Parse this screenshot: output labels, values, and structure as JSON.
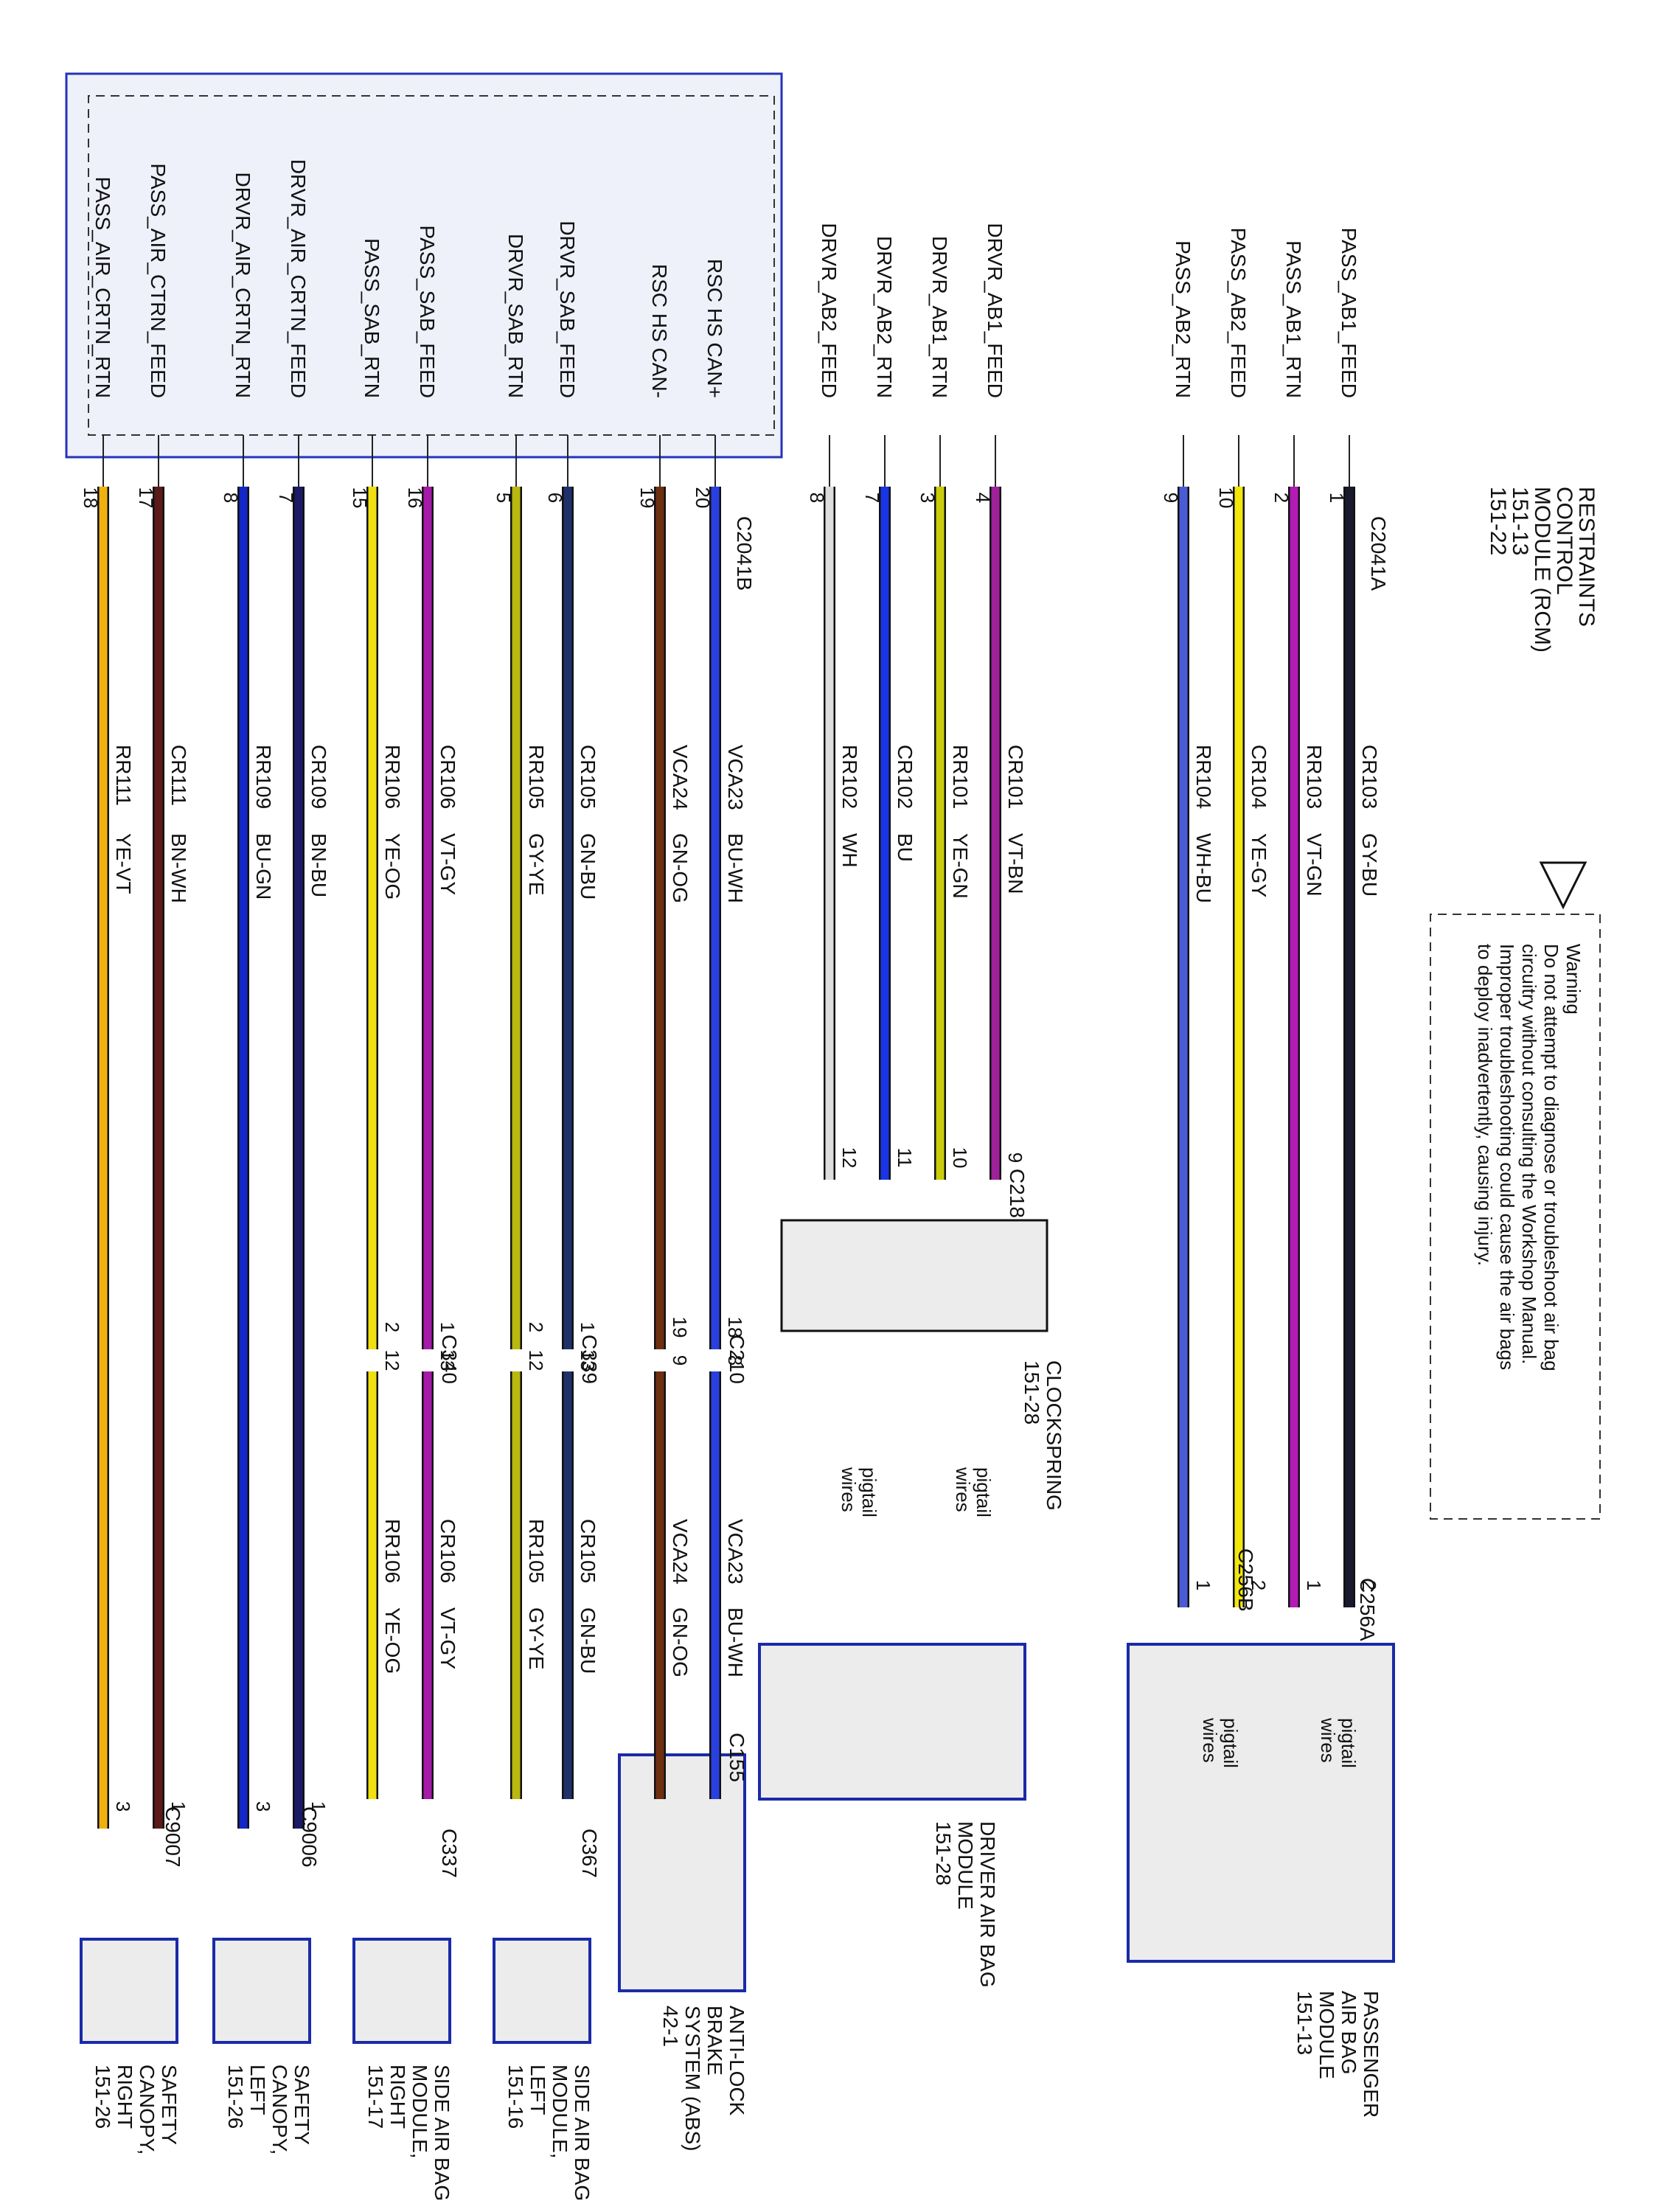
{
  "module": {
    "title_lines": [
      "RESTRAINTS",
      "CONTROL",
      "MODULE (RCM)",
      "151-13",
      "151-22"
    ],
    "connector_a": "C2041A",
    "connector_b": "C2041B"
  },
  "warning": {
    "icon": "warning-triangle-icon",
    "lines": [
      "Warning",
      "Do not attempt to diagnose or troubleshoot air bag",
      "circuitry without consulting the Workshop Manual.",
      "Improper troubleshooting could cause the air bags",
      "to deploy inadvertently, causing injury."
    ]
  },
  "circuits": [
    {
      "name": "PASS_AB1_FEED",
      "pin": "1",
      "circuit": "CR103",
      "color": "GY-BU",
      "end_pin": "2"
    },
    {
      "name": "PASS_AB1_RTN",
      "pin": "2",
      "circuit": "RR103",
      "color": "VT-GN",
      "end_pin": "1"
    },
    {
      "name": "PASS_AB2_FEED",
      "pin": "10",
      "circuit": "CR104",
      "color": "YE-GY",
      "end_pin": "2"
    },
    {
      "name": "PASS_AB2_RTN",
      "pin": "9",
      "circuit": "RR104",
      "color": "WH-BU",
      "end_pin": "1"
    },
    {
      "name": "DRVR_AB1_FEED",
      "pin": "4",
      "circuit": "CR101",
      "color": "VT-BN",
      "end_pin": "9"
    },
    {
      "name": "DRVR_AB1_RTN",
      "pin": "3",
      "circuit": "RR101",
      "color": "YE-GN",
      "end_pin": "10"
    },
    {
      "name": "DRVR_AB2_RTN",
      "pin": "7",
      "circuit": "CR102",
      "color": "BU",
      "end_pin": "11"
    },
    {
      "name": "DRVR_AB2_FEED",
      "pin": "8",
      "circuit": "RR102",
      "color": "WH",
      "end_pin": "12"
    },
    {
      "name": "RSC HS CAN+",
      "pin": "20",
      "circuit": "VCA23",
      "color": "BU-WH",
      "mid_pin": "8",
      "end_pin": "18"
    },
    {
      "name": "RSC HS CAN-",
      "pin": "19",
      "circuit": "VCA24",
      "color": "GN-OG",
      "mid_pin": "9",
      "end_pin": "19"
    },
    {
      "name": "DRVR_SAB_FEED",
      "pin": "6",
      "circuit": "CR105",
      "color": "GN-BU",
      "mid_pin": "13",
      "end_pin": "1"
    },
    {
      "name": "DRVR_SAB_RTN",
      "pin": "5",
      "circuit": "RR105",
      "color": "GY-YE",
      "mid_pin": "12",
      "end_pin": "2"
    },
    {
      "name": "PASS_SAB_FEED",
      "pin": "16",
      "circuit": "CR106",
      "color": "VT-GY",
      "mid_pin": "13",
      "end_pin": "1"
    },
    {
      "name": "PASS_SAB_RTN",
      "pin": "15",
      "circuit": "RR106",
      "color": "YE-OG",
      "mid_pin": "12",
      "end_pin": "2"
    },
    {
      "name": "DRVR_AIR_CRTN_FEED",
      "pin": "7",
      "circuit": "CR109",
      "color": "BN-BU",
      "end_pin": "1"
    },
    {
      "name": "DRVR_AIR_CRTN_RTN",
      "pin": "8",
      "circuit": "RR109",
      "color": "BU-GN",
      "end_pin": "3"
    },
    {
      "name": "PASS_AIR_CTRN_FEED",
      "pin": "17",
      "circuit": "CR111",
      "color": "BN-WH",
      "end_pin": "1"
    },
    {
      "name": "PASS_AIR_CRTN_RTN",
      "pin": "18",
      "circuit": "RR111",
      "color": "YE-VT",
      "end_pin": "3"
    }
  ],
  "inline_connectors": {
    "c218": "C218",
    "c256a": "C256A",
    "c256b": "C256B",
    "c210": "C210",
    "c339": "C339",
    "c340": "C340",
    "c155": "C155",
    "c367": "C367",
    "c337": "C337",
    "c9006": "C9006",
    "c9007": "C9007"
  },
  "components": {
    "clockspring": [
      "CLOCKSPRING",
      "151-28"
    ],
    "pass_airbag": [
      "PASSENGER",
      "AIR BAG",
      "MODULE",
      "151-13"
    ],
    "drvr_airbag": [
      "DRIVER AIR BAG",
      "MODULE",
      "151-28"
    ],
    "abs": [
      "ANTI-LOCK",
      "BRAKE",
      "SYSTEM (ABS)",
      "42-1"
    ],
    "sab_left": [
      "SIDE AIR BAG",
      "MODULE,",
      "LEFT",
      "151-16"
    ],
    "sab_right": [
      "SIDE AIR BAG",
      "MODULE,",
      "RIGHT",
      "151-17"
    ],
    "canopy_left": [
      "SAFETY",
      "CANOPY,",
      "LEFT",
      "151-26"
    ],
    "canopy_right": [
      "SAFETY",
      "CANOPY,",
      "RIGHT",
      "151-26"
    ]
  },
  "pigtail_label": [
    "pigtail",
    "wires"
  ],
  "mid_circuits": [
    {
      "circuit": "VCA23",
      "color": "BU-WH"
    },
    {
      "circuit": "VCA24",
      "color": "GN-OG"
    },
    {
      "circuit": "CR105",
      "color": "GN-BU"
    },
    {
      "circuit": "RR105",
      "color": "GY-YE"
    },
    {
      "circuit": "CR106",
      "color": "VT-GY"
    },
    {
      "circuit": "RR106",
      "color": "YE-OG"
    }
  ],
  "colors": {
    "rcm_border": "#2233bb",
    "component_border": "#1a2aa8",
    "component_fill": "#ececec",
    "wire_gy_bu": "#1a1a2e",
    "wire_vt_gn": "#b21bb5",
    "wire_ye_gy": "#f2e60d",
    "wire_wh_bu": "#4a5bd6",
    "wire_vt_bn": "#a0209a",
    "wire_ye_gn": "#c9cc0a",
    "wire_bu": "#1a35e6",
    "wire_wh": "#dddddd",
    "wire_bu_wh": "#2a3fe0",
    "wire_gn_og": "#6e2f10",
    "wire_gn_bu": "#20306a",
    "wire_gy_ye": "#b8b810",
    "wire_vt_gy": "#a51aa8",
    "wire_ye_og": "#f0e010",
    "wire_bn_bu": "#1a1a66",
    "wire_bu_gn": "#1428c8",
    "wire_bn_wh": "#5a1a1a",
    "wire_ye_vt": "#f0b010"
  }
}
